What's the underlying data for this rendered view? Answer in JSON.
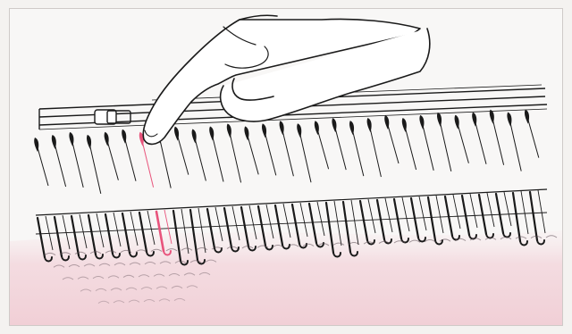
{
  "illustration": {
    "subject": "knitting-machine-needle-bed",
    "colors": {
      "ink": "#1a1a1a",
      "highlight": "#e8547c",
      "fabric_tint": "#f3d7dd",
      "panel": "#f8f7f6",
      "border": "#cfcac8"
    },
    "selected_needle_index": 6,
    "selected_hook_index": 7
  }
}
